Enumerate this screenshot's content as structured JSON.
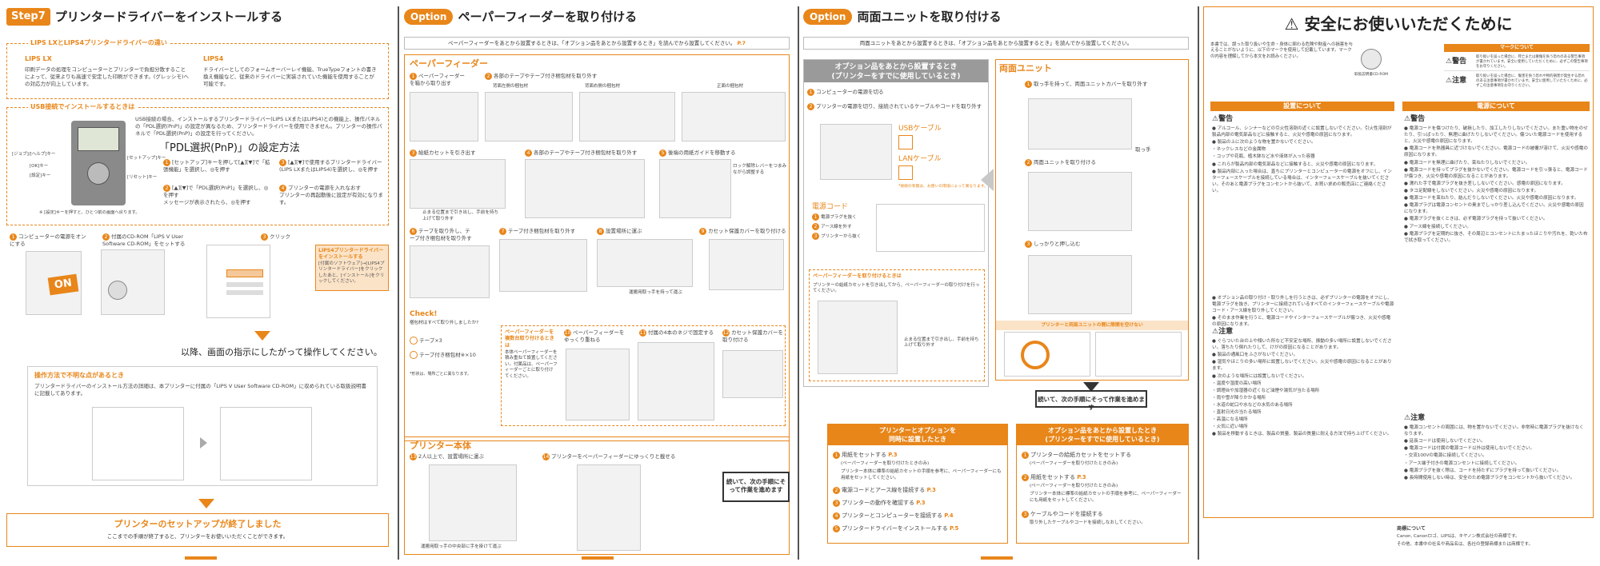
{
  "panel1": {
    "step_label": "Step",
    "step_num": "7",
    "title": "プリンタードライバーをインストールする",
    "diff_heading": "LIPS LXとLIPS4プリンタードライバーの違い",
    "lipslx_label": "LIPS LX",
    "lipslx_text": "印刷データの処理をコンピューターとプリンターで負担分散することによって、従来よりも高速で安定した印刷ができます。(グレッシモ)への対応力が向上しています。",
    "lips4_label": "LIPS4",
    "lips4_text": "ドライバーとしてのフォームオーバーレイ機能、TrueTypeフォントの書き換え機能など、従来のドライバーに実装されていた機能を使用することが可能です。",
    "usb_heading": "USB接続でインストールするときは",
    "usb_text": "USB接続の場合、インストールするプリンタードライバー(LIPS LXまたはLIPS4)との機能上、操作パネルの「PDL選択(PnP)」の設定が異なるため、プリンタードライバーを使用できません。プリンターの操作パネルで「PDL選択(PnP)」の設定を行ってください。",
    "pdl_title": "「PDL選択(PnP)」の設定方法",
    "pdl_step1": "[セットアップ]キーを押して[▲][▼]で「拡張機能」を選択し、◎を押す",
    "pdl_step2": "[▲][▼]で「PDL選択(PnP)」を選択し、◎を押す",
    "pdl_step2b": "メッセージが表示されたら、◎を押す",
    "pdl_step3": "[▲][▼]で使用するプリンタードライバー(LIPS LXまたはLIPS4)を選択し、◎を押す",
    "pdl_step4": "プリンターの電源を入れなおす",
    "pdl_step4b": "プリンターの再起動後に設定が有効になります。",
    "panel_key_label1": "[ジョブ]/[ヘルプ]キー",
    "panel_key_label2": "[OK]キー",
    "panel_key_label3": "[設定]キー",
    "panel_key_label4": "[セットアップ]キー",
    "panel_key_label5": "[リセット]キー",
    "panel_note": "※ [設定]キーを押すと、ひとつ前の画面へ戻ります。",
    "inst_step1": "コンピューターの電源をオンにする",
    "inst_step2": "付属のCD-ROM「LIPS V User Software CD-ROM」をセットする",
    "inst_step3": "クリック",
    "on_label": "ON",
    "click_note": "LIPS4プリンタードライバーをインストールする",
    "click_note2": "[付属のソフトウェア]→[LIPS4プリンタードライバー]をクリックしたあと、[インストール]をクリックしてください。",
    "after_text": "以降、画面の指示にしたがって操作してください。",
    "unclear_heading": "操作方法で不明な点があるとき",
    "unclear_text": "プリンタードライバーのインストール方法の詳細は、本プリンターに付属の「LIPS V User Software CD-ROM」に収められている取扱説明書に記載してあります。",
    "done_title": "プリンターのセットアップが終了しました",
    "done_sub": "ここまでの手順が終了すると、プリンターをお使いいただくことができます。",
    "step_num1": "1",
    "step_num2": "2",
    "step_num3": "3",
    "step_num4": "4"
  },
  "panel2": {
    "badge": "Option",
    "title": "ペーパーフィーダーを取り付ける",
    "note": "ペーパーフィーダーをあとから設置するときは、「オプション品をあとから設置するとき」を読んでから設置してください。",
    "note_ref": "P.7",
    "section1": "ペーパーフィーダー",
    "s1": "ペーパーフィーダーを箱から取り出す",
    "s2": "各部のテープやテープ付き梱包材を取り外す",
    "view1": "背面左側の梱包材",
    "view2": "背面右側の梱包材",
    "view3": "正面の梱包材",
    "s3": "給紙カセットを引き出す",
    "s3b": "止まる位置まで引き出し、手前を持ち上げて取り外す",
    "s4": "各部のテープやテープ付き梱包材を取り外す",
    "s5": "後端の用紙ガイドを移動する",
    "s5b": "ロック解除レバーをつまみながら調整する",
    "s6": "テープを取り外し、テープ付き梱包材を取り外す",
    "s7": "テープ付き梱包材を取り外す",
    "s8": "設置場所に運ぶ",
    "s8b": "運搬用取っ手を持って運ぶ",
    "s9": "カセット保護カバーを取り付ける",
    "check_title": "Check!",
    "check_text": "梱包材はすべて取り外しましたか?",
    "check_item1": "テープ×3",
    "check_item2": "テープ付き梱包材※×10",
    "check_footnote": "*形状は、場所ごとに異なります。",
    "multi_note_title": "ペーパーフィーダーを複数台取り付けるときは",
    "multi_note": "本体ペーパーフィーダーを積み重ねて設置してください。付属品は、ペーパーフィーダーごとに取り付けてください。",
    "s10": "ペーパーフィーダーをゆっくり重ねる",
    "s11": "付属の4本のネジで固定する",
    "s12": "カセット保護カバーを取り付ける",
    "section2": "プリンター本体",
    "s13": "2人以上で、設置場所に運ぶ",
    "s13b": "運搬用取っ手の中央部に手を掛けて運ぶ",
    "s14": "プリンターをペーパーフィーダーにゆっくりと載せる",
    "continue": "続いて、次の手順にそって作業を進めます",
    "num1": "1",
    "num2": "2",
    "num3": "3",
    "num4": "4",
    "num5": "5",
    "num6": "6",
    "num7": "7",
    "num8": "8",
    "num9": "9",
    "num10": "10",
    "num11": "11",
    "num12": "12",
    "num13": "13",
    "num14": "14"
  },
  "panel3": {
    "badge": "Option",
    "title": "両面ユニットを取り付ける",
    "note": "両面ユニットをあとから設置するときは、「オプション品をあとから設置するとき」を読んでから設置してください。",
    "later_title1": "オプション品をあとから設置するとき",
    "later_title2": "(プリンターをすでに使用しているとき)",
    "later_s1": "コンピューターの電源を切る",
    "later_s2": "プリンターの電源を切り、接続されているケーブルやコードを取り外す",
    "usb_cable": "USBケーブル",
    "lan_cable": "LANケーブル",
    "cable_note": "*接続の有無は、お使いの環境によって異なります。",
    "power_cord": "電源コード",
    "power_s1": "電源プラグを抜く",
    "power_s2": "アース線を外す",
    "power_s3": "プリンターから抜く",
    "feeder_note_title": "ペーパーフィーダーを取り付けるときは",
    "feeder_note": "プリンターの給紙カセットを引き出してから、ペーパーフィーダーの取り付けを行ってください。",
    "feeder_note2": "止まる位置まで引き出し、手前を持ち上げて取り外す",
    "duplex_section": "両面ユニット",
    "d1": "取っ手を持って、両面ユニットカバーを取り外す",
    "d1_handle": "取っ手",
    "d2": "両面ユニットを取り付ける",
    "d3": "しっかりと押し込む",
    "warn_box": "プリンターと両面ユニットの間に隙間を空けない",
    "continue": "続いて、次の手順にそって作業を進めます",
    "sim_title1": "プリンターとオプションを",
    "sim_title2": "同時に設置したとき",
    "sim1": "用紙をセットする",
    "sim1_ref": "P.3",
    "sim1_sub": "(ペーパーフィーダーを取り付けたときのみ)",
    "sim1_note": "プリンター本体に標準の給紙カセットの手順を参考に、ペーパーフィーダーにも用紙をセットしてください。",
    "sim2": "電源コードとアース線を接続する",
    "sim2_ref": "P.3",
    "sim3": "プリンターの動作を確認する",
    "sim3_ref": "P.3",
    "sim4": "プリンターとコンピューターを接続する",
    "sim4_ref": "P.4",
    "sim5": "プリンタードライバーをインストールする",
    "sim5_ref": "P.5",
    "after_title1": "オプション品をあとから設置したとき",
    "after_title2": "(プリンターをすでに使用しているとき)",
    "aft1": "プリンターの給紙カセットをセットする",
    "aft1_sub": "(ペーパーフィーダーを取り付けたときのみ)",
    "aft2": "用紙をセットする",
    "aft2_ref": "P.3",
    "aft2_sub": "(ペーパーフィーダーを取り付けたときのみ)",
    "aft2_note": "プリンター本体に標準の給紙カセットの手順を参考に、ペーパーフィーダーにも用紙をセットしてください。",
    "aft3": "ケーブルやコードを接続する",
    "aft3_note": "取り外したケーブルやコードを接続しなおしてください。",
    "n1": "1",
    "n2": "2",
    "n3": "3",
    "n4": "4",
    "n5": "5"
  },
  "panel4": {
    "title": "安全にお使いいただくために",
    "intro": "本書では、誤った取り扱いや生命・身体に関わる危険や財産への損害を与えることがないように、以下のマークを使用して記載しています。マークの内容を理解してから本文をお読みください。",
    "cd_label": "取扱説明書CD-ROM",
    "marks_title": "マークについて",
    "warning_label": "警告",
    "warning_text": "取り扱いを誤った場合に、死亡または重傷を負う恐れのある警告事項が書かれています。安全に使用していただくために、必ずこの警告事項をお守りください。",
    "caution_label": "注意",
    "caution_text": "取り扱いを誤った場合に、傷害を負う恐れや物的損害が発生する恐れのある注意事項が書かれています。安全に使用していただくために、必ずこの注意事項をお守りください。",
    "install_title": "設置について",
    "power_title": "電源について",
    "install_warn_items": [
      "アルコール、シンナーなどの引火性溶剤の近くに設置しないでください。引火性溶剤が製品内部の電気部品などに接触すると、火災や感電の原因になります。",
      "製品の上に次のような物を置かないでください。",
      "・ネックレスなどの金属物",
      "・コップや花瓶、植木鉢など水や液体が入った容器",
      "これらが製品内部の電気部品などに接触すると、火災や感電の原因になります。",
      "製品内部に入った場合は、直ちにプリンターとコンピューターの電源をオフにし、インターフェースケーブルを接続している場合は、インターフェースケーブルを抜いてください。そのあと電源プラグをコンセントから抜いて、お買い求めの販売店にご連絡ください。"
    ],
    "install_warn_items2": [
      "オプション品の取り付け・取り外しを行うときは、必ずプリンターの電源をオフにし、電源プラグを抜き、プリンターに接続されているすべてのインターフェースケーブルや電源コード・アース線を取り外してください。",
      "そのまま作業を行うと、電源コードやインターフェースケーブルが傷つき、火災や感電の原因になります。"
    ],
    "install_caution_items": [
      "ぐらついた台の上や傾いた所など不安定な場所、振動の多い場所に設置しないでください。落ちたり倒れたりして、けがの原因になることがあります。",
      "製品の通風口をふさがないでください。",
      "湿気やほこりの多い場所に設置しないでください。火災や感電の原因になることがあります。",
      "次のような場所には設置しないでください。",
      "・温度や湿度の高い場所",
      "・調理台や加湿器の近くなど油煙や湯気が当たる場所",
      "・雨や雪が降りかかる場所",
      "・水道の蛇口や水などの水気のある場所",
      "・直射日光の当たる場所",
      "・高温になる場所",
      "・火気に近い場所",
      "製品を移動するときは、製品の質量、製品の質量に耐える方法で持ち上げてください。"
    ],
    "power_warn_items": [
      "電源コードを傷つけたり、破損したり、加工したりしないでください。また重い物をのせたり、引っぱったり、無理に曲げたりしないでください。傷ついた電源コードを使用すると、火災や感電の原因になります。",
      "電源コードを熱器具に近づけないでください。電源コードの被覆が溶けて、火災や感電の原因になります。",
      "電源コードを無理に曲げたり、束ねたりしないでください。",
      "電源コードを持ってプラグを抜かないでください。電源コードを引っ張ると、電源コードが傷つき、火災や感電の原因になることがあります。",
      "濡れた手で電源プラグを抜き差ししないでください。感電の原因になります。",
      "タコ足配線をしないでください。火災や感電の原因になります。",
      "電源コードを束ねたり、結んだりしないでください。火災や感電の原因になります。",
      "電源プラグは電源コンセントの奥までしっかり差し込んでください。火災や感電の原因になります。",
      "電源プラグを抜くときは、必ず電源プラグを持って抜いてください。",
      "アース線を接続してください。",
      "電源プラグを定期的に抜き、その周辺とコンセントにたまったほこりや汚れを、乾いた布で拭き取ってください。"
    ],
    "power_caution_items": [
      "電源コンセントの周囲には、物を置かないでください。非常時に電源プラグを抜けなくなります。",
      "延長コードは使用しないでください。",
      "電源コードは付属の電源コード以外は使用しないでください。",
      "・交流100Vの電源に接続してください。",
      "・アース端子付きの電源コンセントに接続してください。",
      "電源プラグを抜く際は、コードを持たずにプラグを持って抜いてください。",
      "長時間使用しない時は、安全のため電源プラグをコンセントから抜いてください。"
    ],
    "trademark_title": "商標について",
    "trademark_text1": "Canon, Canonロゴ、LIPSは、キヤノン株式会社の商標です。",
    "trademark_text2": "その他、本書中の社名や商品名は、各社の登録商標または商標です。"
  }
}
